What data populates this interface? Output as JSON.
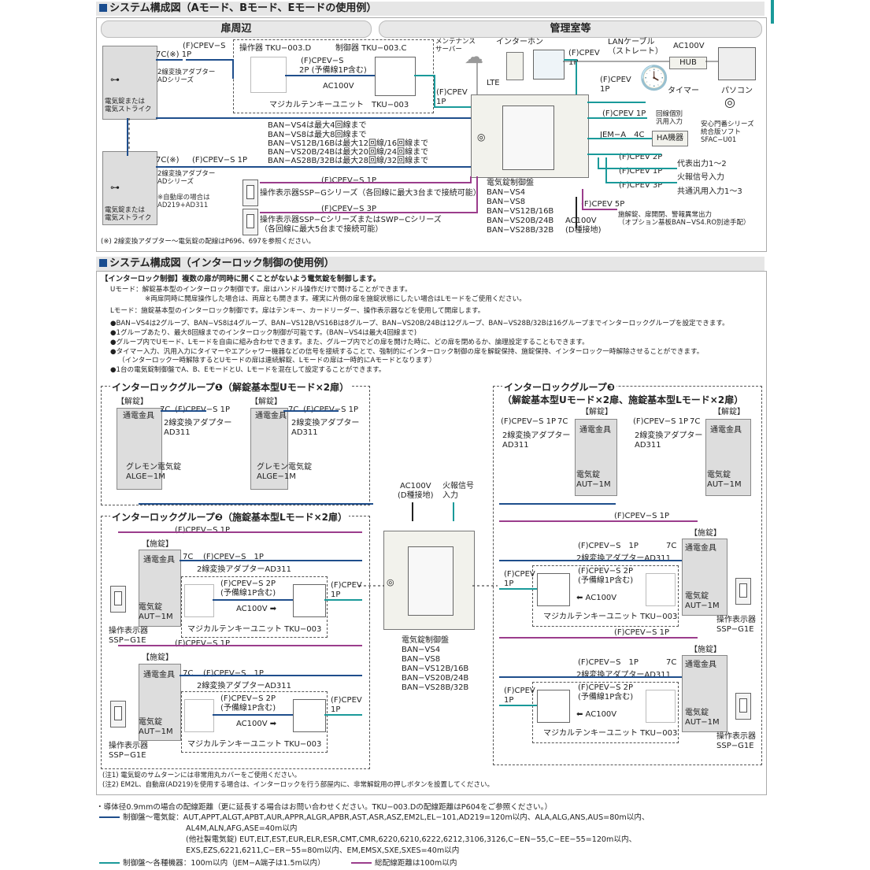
{
  "top": {
    "section_title": "システム構成図（Aモード、Bモード、Eモードの使用例）",
    "area_left": "扉周辺",
    "area_right": "管理室等",
    "door1_label": "電気錠または\n電気ストライク",
    "door2_label": "電気錠または\n電気ストライク",
    "c1": "(F)CPEV−S",
    "c1b": "7C(※)  1P",
    "adapter1": "2線変換アダプター\nADシリーズ",
    "op_device": "操作器 TKU−003.D",
    "ctrl_device": "制御器 TKU−003.C",
    "c2": "(F)CPEV−S",
    "c2b": "2P (予備線1P含む)",
    "ac100_unit": "AC100V",
    "magical": "マジカルテンキーユニット　TKU−003",
    "c3": "(F)CPEV\n1P",
    "maint": "メンテナンス\nサーバー",
    "intercom": "インターホン",
    "lte": "LTE",
    "c4": "(F)CPEV\n1P",
    "lan": "LANケーブル\n（ストレート）",
    "ac100_hub": "AC100V",
    "hub": "HUB",
    "pc": "パソコン",
    "c5": "(F)CPEV\n1P",
    "timer": "タイマー",
    "c6": "(F)CPEV 1P",
    "kairo": "回線個別\n汎用入力",
    "soft": "安心門番シリーズ\n統合版ソフト\nSFAC−U01",
    "jem": "JEM−A　4C",
    "ha": "HA機器",
    "c7": "(F)CPEV 2P",
    "out_rep": "代表出力1〜2",
    "c8": "(F)CPEV 1P",
    "fire": "火報信号入力",
    "c9": "(F)CPEV 3P",
    "common": "共通汎用入力1〜3",
    "ban_lines": [
      "BAN−VS4は最大4回線まで",
      "BAN−VS8は最大8回線まで",
      "BAN−VS12B/16Bは最大12回線/16回線まで",
      "BAN−VS20B/24Bは最大20回線/24回線まで",
      "BAN−AS28B/32Bは最大28回線/32回線まで"
    ],
    "c10": "7C(※)",
    "c10b": "(F)CPEV−S 1P",
    "adapter2": "2線変換アダプター\nADシリーズ",
    "auto_door": "※自動扉の場合は\nAD219+AD311",
    "c11": "(F)CPEV−S 1P",
    "ssp_g": "操作表示器SSP−Gシリーズ（各回線に最大3台まで接続可能）",
    "c12": "(F)CPEV−S 3P",
    "ssp_c": "操作表示器SSP−CシリーズまたはSWP−Cシリーズ\n（各回線に最大5台まで接続可能）",
    "panel_models": "電気錠制御盤\nBAN−VS4\nBAN−VS8\nBAN−VS12B/16B\nBAN−VS20B/24B\nBAN−VS28B/32B",
    "ac100_d": "AC100V\n(D種接地)",
    "c13": "(F)CPEV 5P",
    "out_opt": "施解錠、扉開閉、警報異常出力\n（オプション基板BAN−VS4.RO別途手配）",
    "footnote": "(※) 2線変換アダプター〜電気錠の配線はP696、697を参照ください。"
  },
  "interlock": {
    "section_title": "システム構成図（インターロック制御の使用例）",
    "notes": [
      "【インターロック制御】複数の扉が同時に開くことがないよう電気錠を制御します。",
      "Uモード：解錠基本型のインターロック制御です。扉はハンドル操作だけで開けることができます。",
      "※両扉同時に開扉操作した場合は、両扉とも開きます。確実に片側の扉を施錠状態にしたい場合はLモードをご使用ください。",
      "Lモード：施錠基本型のインターロック制御です。扉はテンキー、カードリーダー、操作表示器などを使用して開扉します。",
      "●BAN−VS4は2グループ、BAN−VS8は4グループ、BAN−VS12B/VS16Bは8グループ、BAN−VS20B/24Bは12グループ、BAN−VS28B/32Bは16グループまでインターロックグループを設定できます。",
      "●1グループあたり、最大8回線までのインターロック制御が可能です。(BAN−VS4は最大4回線まで)",
      "●グループ内でUモード、Lモードを自由に組み合わせできます。また、グループ内でどの扉を開けた時に、どの扉を閉めるか、論理設定することもできます。",
      "●タイマー入力、汎用入力にタイマーやエアシャワー機器などの信号を接続することで、強制的にインターロック制御の扉を解錠保持、施錠保持、インターロック一時解除させることができます。",
      "（インターロック一時解除するとUモードの扉は連続解錠、Lモードの扉は一時的にAモードとなります）",
      "●1台の電気錠制御盤でA、B、EモードとU、Lモードを混在して設定することができます。"
    ],
    "g1_title": "インターロックグループ❶（解錠基本型Uモード×2扉）",
    "g2_title": "インターロックグループ❷（施錠基本型Lモード×2扉）",
    "g3_title": "インターロックグループ❸",
    "g3_sub": "（解錠基本型Uモード×2扉、施錠基本型Lモード×2扉）",
    "kaijo": "【解錠】",
    "sejo": "【施錠】",
    "tsuden": "通電金具",
    "c_7c": "7C",
    "c_cpevs1p": "(F)CPEV−S 1P",
    "c_cpevs_1p": "(F)CPEV−S　1P",
    "adapter": "2線変換アダプター\nAD311",
    "adapter_inline": "2線変換アダプターAD311",
    "alge": "グレモン電気錠\nALGE−1M",
    "aut": "電気錠\nAUT−1M",
    "ssp": "操作表示器\nSSP−G1E",
    "c_2p": "(F)CPEV−S 2P\n(予備線1P含む)",
    "ac100_arrow": "AC100V ➡",
    "ac100_larrow": "⬅ AC100V",
    "magical": "マジカルテンキーユニット TKU−003",
    "c_cpev1p": "(F)CPEV\n1P",
    "center_ac": "AC100V\n(D種接地)",
    "center_fire": "火報信号\n入力",
    "center_models": "電気錠制御盤\nBAN−VS4\nBAN−VS8\nBAN−VS12B/16B\nBAN−VS20B/24B\nBAN−VS28B/32B",
    "foot1": "(注1) 電気錠のサムターンには非常用丸カバーをご使用ください。",
    "foot2": "(注2) EM2L、自動扉(AD219)を使用する場合は、インターロックを行う部屋内に、非常解錠用の押しボタンを設置してください。"
  },
  "bottom": {
    "line0": "・導体径0.9mmの場合の配線距離（更に延長する場合はお問い合わせください。TKU−003.Dの配線距離はP604をご参照ください。）",
    "line1": "制御盤〜電気錠：AUT,APPT,ALGT,APBT,AUR,APPR,ALGR,APBR,AST,ASR,ASZ,EM2L,EL−101,AD219=120m以内、ALA,ALG,ANS,AUS=80m以内、",
    "line2": "AL4M,ALN,AFG,ASE=40m以内",
    "line3": "(他社製電気錠) EUT,ELT,EST,EUR,ELR,ESR,CMT,CMR,6220,6210,6222,6212,3106,3126,C−EN−55,C−EE−55=120m以内、",
    "line4": "EXS,EZS,6221,6211,C−ER−55=80m以内、EM,EMSX,SXE,SXES=40m以内",
    "line5a": "制御盤〜各種機器：100m以内（JEM−A端子は1.5m以内）",
    "line5b": "総配線距離は100m以内"
  },
  "colors": {
    "blue": "#1f4e8c",
    "purple": "#9b3d8c",
    "teal": "#1a9a9a",
    "accent": "#1a4d8f"
  }
}
